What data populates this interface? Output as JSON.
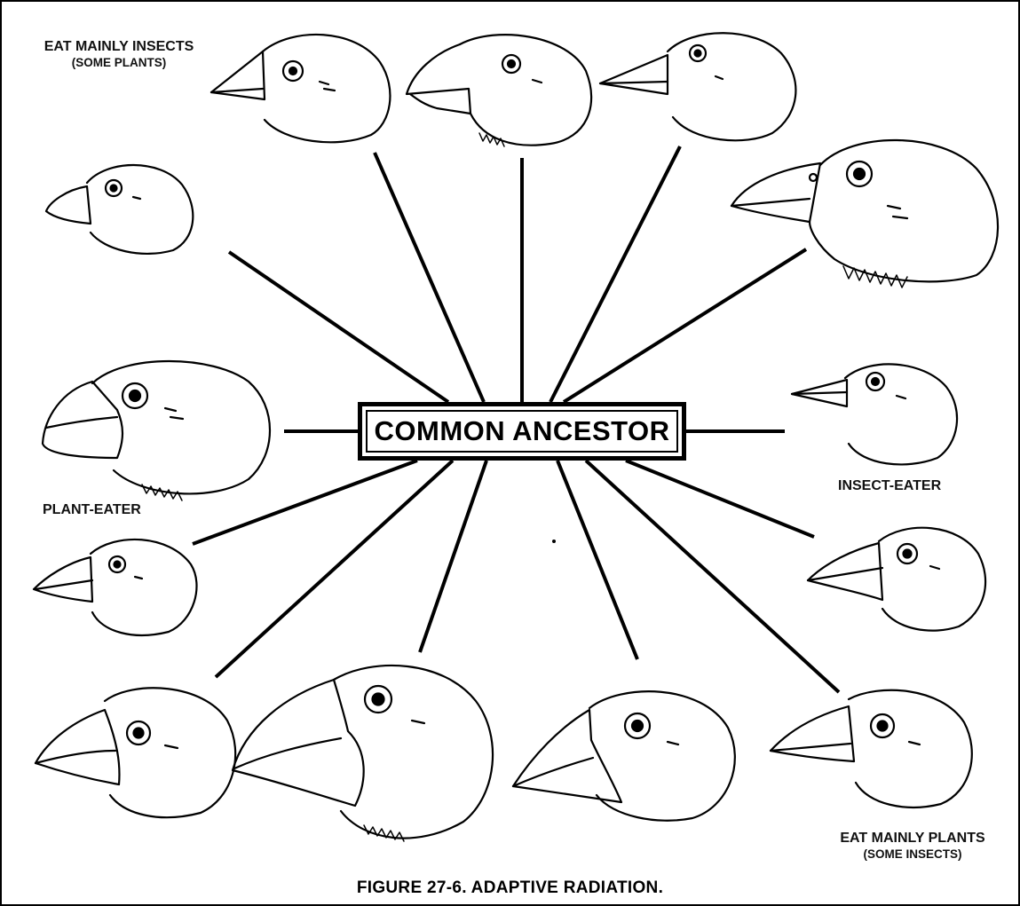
{
  "center": {
    "label": "COMMON ANCESTOR"
  },
  "labels": {
    "top_left": {
      "line1": "EAT MAINLY INSECTS",
      "line2": "(SOME PLANTS)"
    },
    "plant_eater": "PLANT-EATER",
    "insect_eater": "INSECT-EATER",
    "bottom_right": {
      "line1": "EAT MAINLY PLANTS",
      "line2": "(SOME INSECTS)"
    }
  },
  "caption": "FIGURE 27-6.  ADAPTIVE RADIATION.",
  "colors": {
    "ink": "#000000",
    "background": "#ffffff"
  }
}
